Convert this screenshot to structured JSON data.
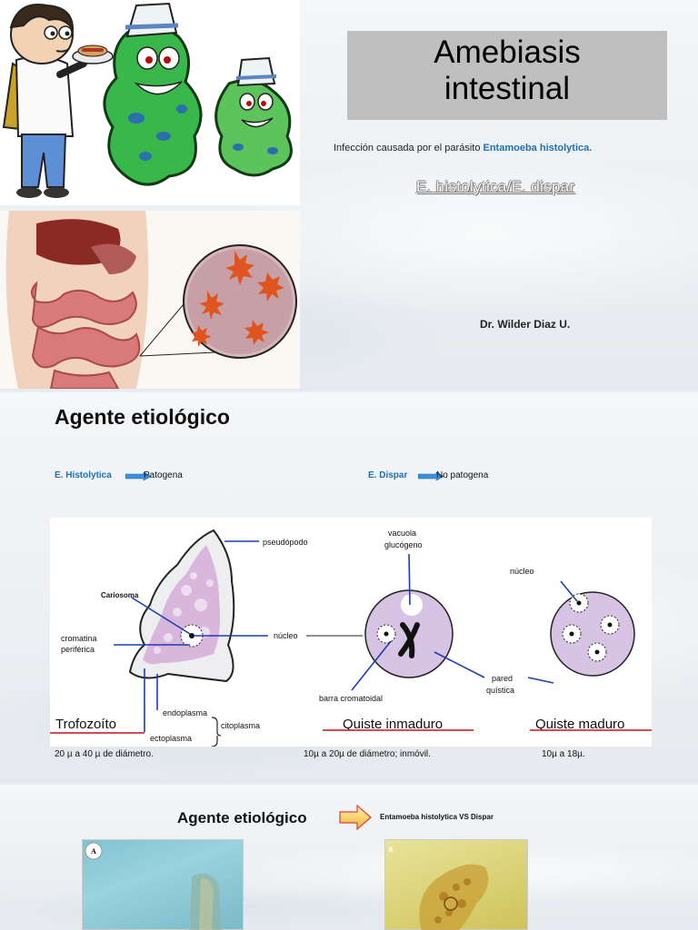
{
  "slide1": {
    "title_line1": "Amebiasis",
    "title_line2": "intestinal",
    "subtitle_prefix": "Infección causada por el parásito ",
    "subtitle_species": "Entamoeba histolytica.",
    "variant": "E. histolytica/E. dispar",
    "author": "Dr. Wilder Diaz U.",
    "colors": {
      "title_box": "#bfbfbf",
      "species_blue": "#1f6fb5"
    }
  },
  "slide2": {
    "heading": "Agente etiológico",
    "left_tag": "E. Histolytica",
    "left_desc": "Patogena",
    "right_tag": "E. Dispar",
    "right_desc": "No patogena",
    "diagram": {
      "labels": {
        "pseudopodo": "pseudópodo",
        "cariosoma": "Cariosoma",
        "cromatina1": "cromatina",
        "cromatina2": "periférica",
        "nucleo_center": "núcleo",
        "endoplasma": "endoplasma",
        "ectoplasma": "ectoplasma",
        "citoplasma": "citoplasma",
        "vacuola1": "vacuola",
        "vacuola2": "glucógeno",
        "barra": "barra cromatoidal",
        "nucleo_right": "núcleo",
        "pared1": "pared",
        "pared2": "quística"
      },
      "stages": [
        "Trofozoíto",
        "Quiste inmaduro",
        "Quiste maduro"
      ]
    },
    "sizes": [
      "20 µ a 40 µ de diámetro.",
      "10µ a 20µ de diámetro; inmóvil.",
      "10µ a 18µ."
    ]
  },
  "slide3": {
    "heading": "Agente etiológico",
    "compare": "Entamoeba  histolytica VS  Dispar",
    "panel_a": "A",
    "panel_b": "B"
  }
}
